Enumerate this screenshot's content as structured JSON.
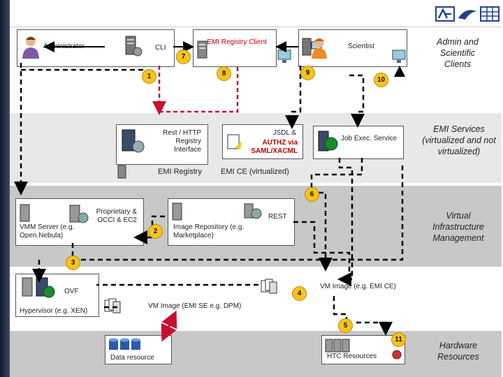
{
  "top": {
    "administrator": "Administrator",
    "cli": "CLI",
    "emi_registry_client": "EMI Registry Client",
    "scientist": "Scientist",
    "side_label": "Admin and Scientific Clients"
  },
  "emi": {
    "rest_http": "Rest / HTTP Registry Interface",
    "jsdl_top": "JSDL &",
    "jsdl_red": "AUTHZ via SAML/XACML",
    "job_exec": "Job Exec. Service",
    "emi_registry": "EMI Registry",
    "emi_ce": "EMI CE (virtualized)",
    "side_label": "EMI Services (virtualized and not virtualized)"
  },
  "virt": {
    "vmm_server": "VMM Server (e.g. Open.Nebula)",
    "proprietary": "Proprietary & OCCI & EC2",
    "image_repo": "Image Repository (e.g. Marketplace)",
    "rest": "REST",
    "side_label": "Virtual Infrastructure Management"
  },
  "hyper": {
    "ovf": "OVF",
    "hypervisor": "Hypervisor (e.g. XEN)",
    "vm_image_emi_se": "VM Image (EMI SE e.g. DPM)",
    "vm_image_emi_ce": "VM Image (e.g. EMI CE)"
  },
  "hw": {
    "data_resource": "Data resource",
    "htc_resources": "HTC Resources",
    "side_label": "Hardware Resources"
  },
  "badges": [
    "1",
    "2",
    "3",
    "4",
    "5",
    "6",
    "7",
    "8",
    "9",
    "10",
    "11"
  ],
  "colors": {
    "badge": "#f7c31a",
    "arrow_red": "#c8102e",
    "band_gray": "#c8c8c8",
    "band_light": "#e8e8e8"
  }
}
